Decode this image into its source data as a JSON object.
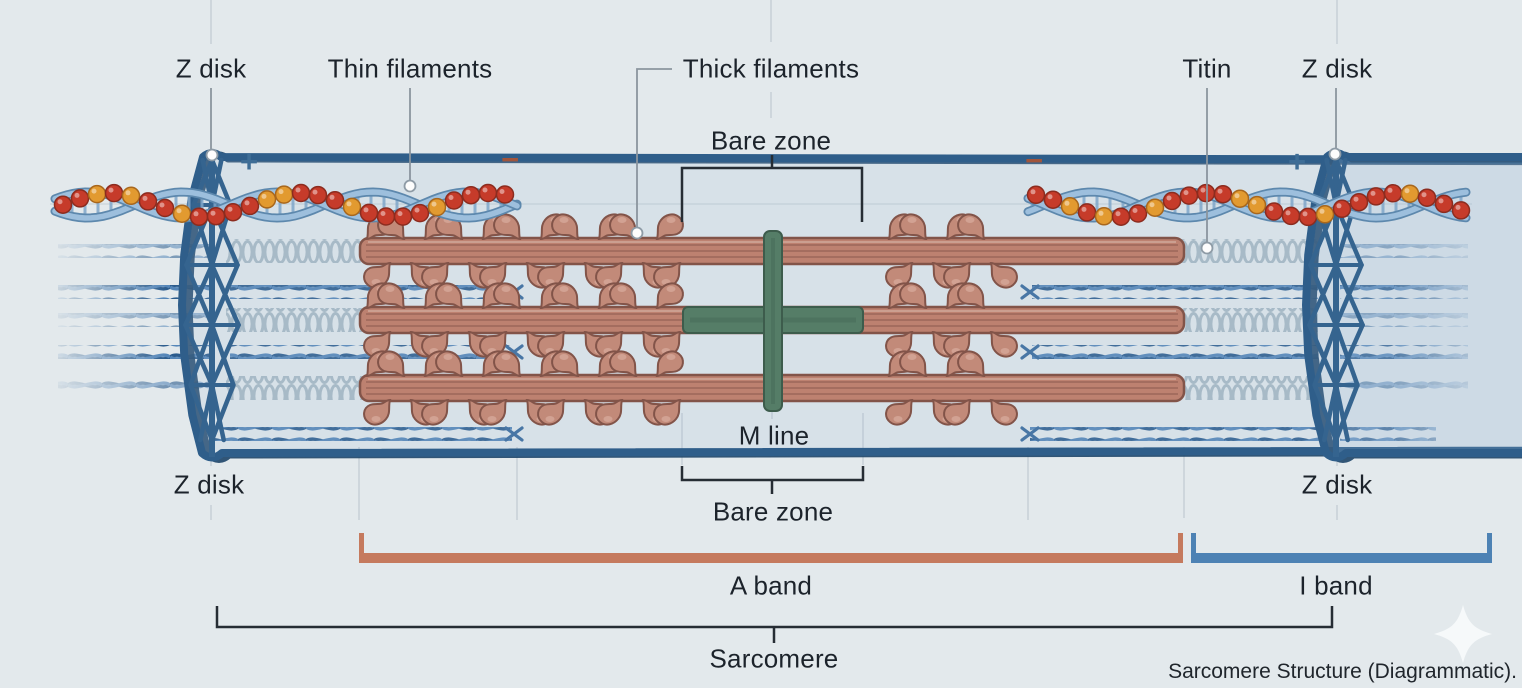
{
  "diagram": {
    "title": "Sarcomere Structure (Diagrammatic).",
    "labels": {
      "z_disk_top_left": "Z disk",
      "thin_filaments": "Thin filaments",
      "thick_filaments": "Thick filaments",
      "titin": "Titin",
      "z_disk_top_right": "Z disk",
      "bare_zone_top": "Bare zone",
      "m_line": "M line",
      "bare_zone_bottom": "Bare zone",
      "z_disk_bottom_left": "Z disk",
      "z_disk_bottom_right": "Z disk",
      "a_band": "A band",
      "i_band": "I band",
      "sarcomere": "Sarcomere"
    },
    "signs": {
      "plus_left": "+",
      "minus_left": "−",
      "minus_right": "−",
      "plus_right": "+"
    },
    "colors": {
      "background": "#e3e9ec",
      "a_band_bar": "#c57a5e",
      "i_band_bar": "#4d82b4",
      "m_line_green": "#45704f",
      "thick_filament": "#c4755a",
      "thick_outline": "#7c3d2a",
      "thin_filament_dark": "#2c5c8d",
      "thin_filament_light": "#5586b8",
      "titin_spring": "#a9bac4",
      "z_disk_frame": "#2f5e8a",
      "z_disk_member": "#35648f",
      "actin_bead_red": "#c63b2a",
      "actin_bead_orange": "#e29a30",
      "helix_strand": "#9dbfdd",
      "plus_sign": "#3e6d96",
      "minus_sign": "#a1553c"
    },
    "icons": [
      "sparkle-icon"
    ]
  }
}
